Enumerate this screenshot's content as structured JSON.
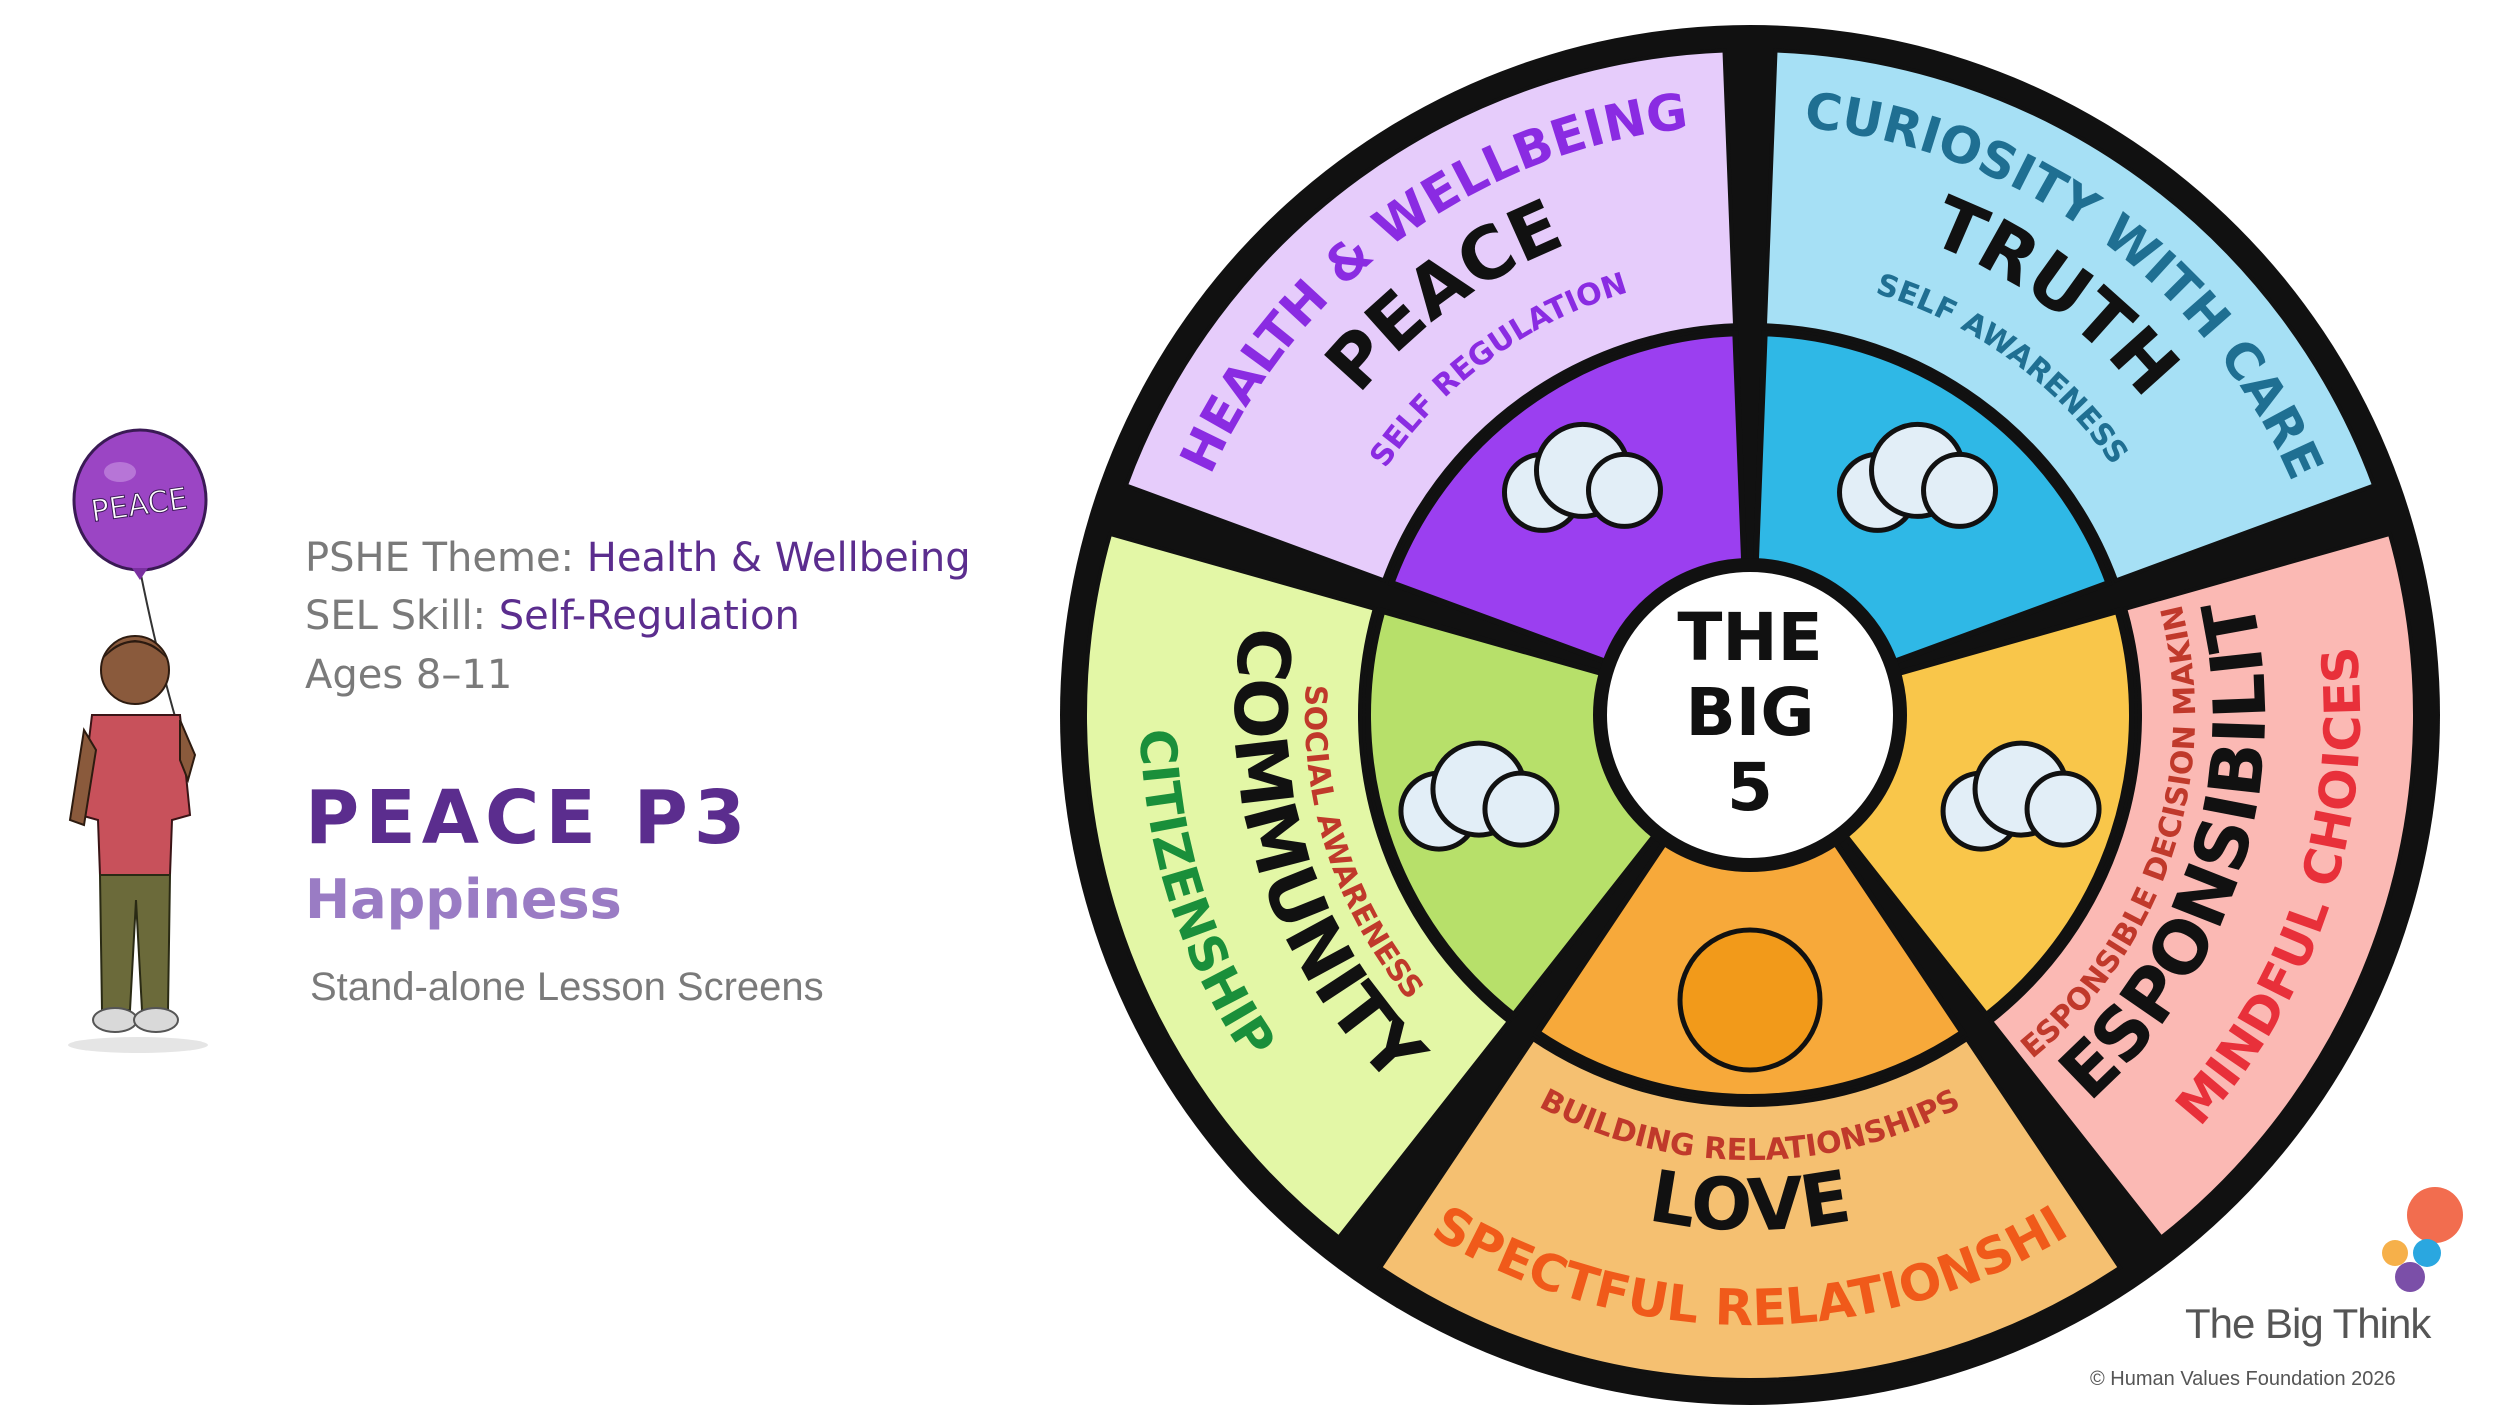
{
  "balloon": {
    "label": "PEACE"
  },
  "info": {
    "pshe_label": "PSHE Theme:",
    "pshe_value": "Health & Wellbeing",
    "sel_label": "SEL Skill:",
    "sel_value": "Self-Regulation",
    "ages": "Ages 8–11"
  },
  "lesson": {
    "title": "PEACE P3",
    "subtitle": "Happiness",
    "screens": "Stand-alone Lesson Screens"
  },
  "wheel": {
    "center_line1": "THE",
    "center_line2": "BIG",
    "center_line3": "5",
    "segments": [
      {
        "name": "PEACE",
        "theme": "HEALTH & WELLBEING",
        "skill": "SELF REGULATION",
        "color": "#e6ccfb",
        "accent": "#8a2be2"
      },
      {
        "name": "TRUTH",
        "theme": "CURIOSITY WITH CARE",
        "skill": "SELF AWARENESS",
        "color": "#a6e0f5",
        "accent": "#1f6f92"
      },
      {
        "name": "RESPONSIBILITY",
        "theme": "MINDFUL CHOICES",
        "skill": "RESPONSIBLE DECISION MAKING",
        "color": "#fbb9b4",
        "accent": "#e8303a"
      },
      {
        "name": "LOVE",
        "theme": "RESPECTFUL RELATIONSHIPS",
        "skill": "BUILDING RELATIONSHIPS",
        "color": "#f5c071",
        "accent": "#f05a1a"
      },
      {
        "name": "COMMUNITY",
        "theme": "CITIZENSHIP",
        "skill": "SOCIAL AWARENESS",
        "color": "#e3f7a6",
        "accent": "#1a8f3a"
      }
    ]
  },
  "logo": {
    "text": "The Big Think",
    "dot_colors": [
      "#f26d4f",
      "#2aa7e0",
      "#f6b04a",
      "#7b4fa8"
    ]
  },
  "footer": {
    "copyright": "© Human Values Foundation 2026"
  }
}
